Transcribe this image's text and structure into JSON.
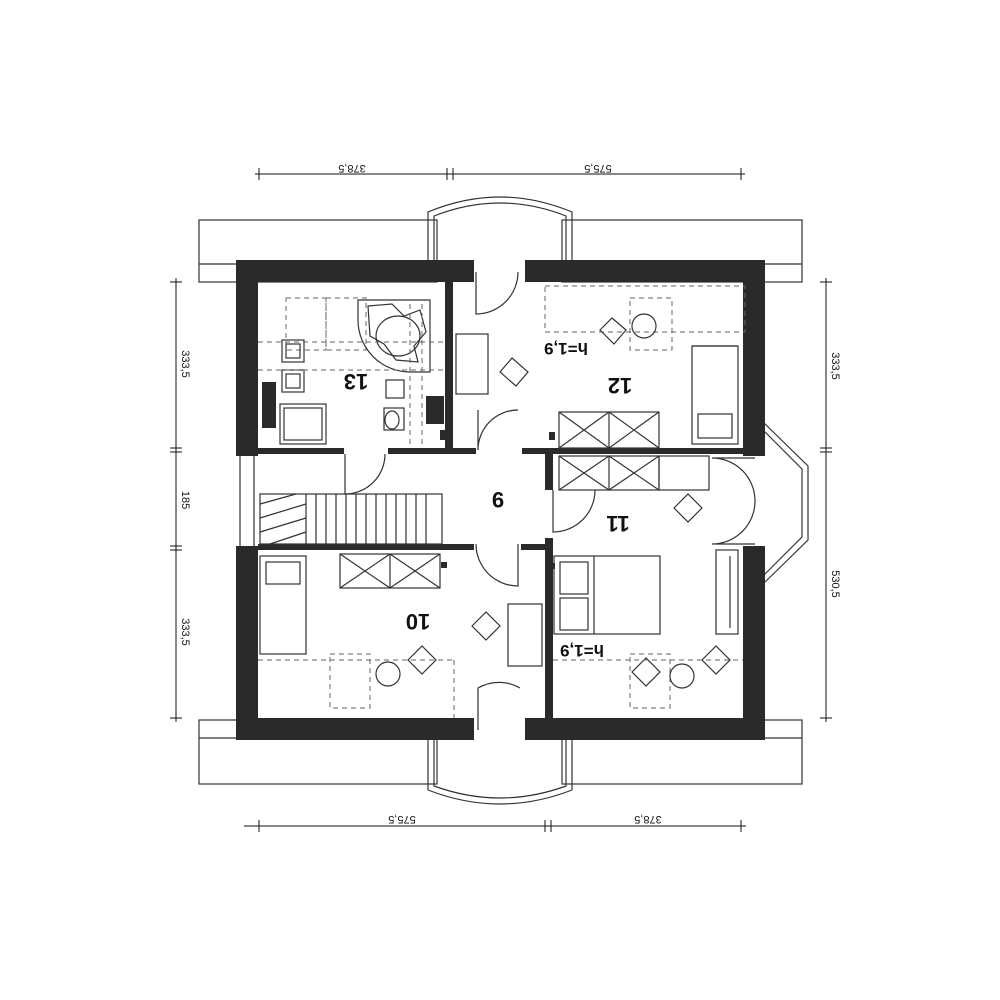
{
  "rooms": {
    "r9": "9",
    "r10": "10",
    "r11": "11",
    "r12": "12",
    "r13": "13"
  },
  "height_notes": {
    "room12": "h=1,9",
    "room11": "h=1,9"
  },
  "dimensions": {
    "top_left": "378,5",
    "top_right": "575,5",
    "bottom_left": "575,5",
    "bottom_right": "378,5",
    "left_top": "333,5",
    "left_mid": "185",
    "left_bottom": "333,5",
    "right_top": "333,5",
    "right_bottom": "530,5"
  },
  "colors": {
    "wall": "#2a2a2a",
    "line": "#333333",
    "background": "#ffffff"
  }
}
